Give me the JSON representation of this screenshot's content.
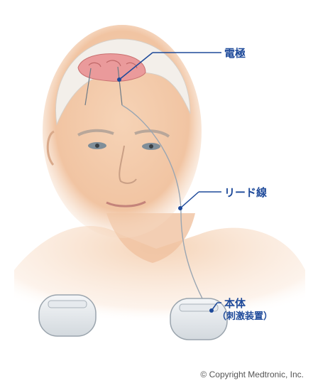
{
  "labels": {
    "electrode": "電極",
    "lead_wire": "リード線",
    "main_unit": "本体",
    "main_unit_sub": "（刺激装置）"
  },
  "copyright": "© Copyright Medtronic, Inc.",
  "colors": {
    "label_text": "#1e4a9a",
    "leader_line": "#1e4a9a",
    "skin": "#f2c9a8",
    "brain": "#e89a9a"
  }
}
